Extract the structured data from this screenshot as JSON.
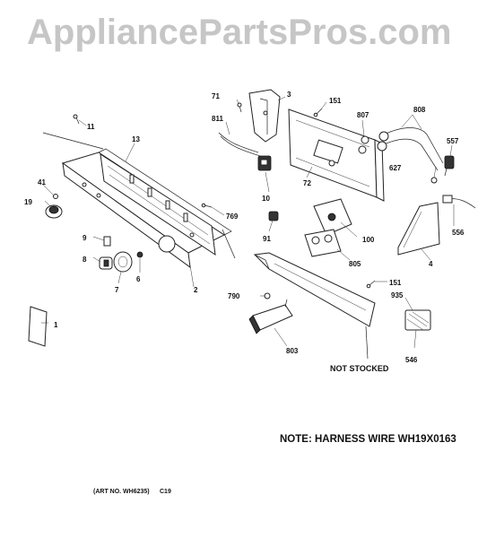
{
  "watermark": "AppliancePartsPros.com",
  "note": "NOTE: HARNESS WIRE WH19X0163",
  "art_number": "(ART NO. WH6235)",
  "art_code": "C19",
  "not_stocked": "NOT STOCKED",
  "callouts": {
    "p1": "1",
    "p2": "2",
    "p3": "3",
    "p4": "4",
    "p6": "6",
    "p7": "7",
    "p8": "8",
    "p9": "9",
    "p10": "10",
    "p11": "11",
    "p13": "13",
    "p19": "19",
    "p41": "41",
    "p71": "71",
    "p72": "72",
    "p91": "91",
    "p100": "100",
    "p151a": "151",
    "p151b": "151",
    "p546": "546",
    "p556": "556",
    "p557": "557",
    "p627": "627",
    "p769": "769",
    "p790": "790",
    "p803": "803",
    "p805": "805",
    "p807": "807",
    "p808": "808",
    "p811": "811",
    "p935": "935"
  }
}
